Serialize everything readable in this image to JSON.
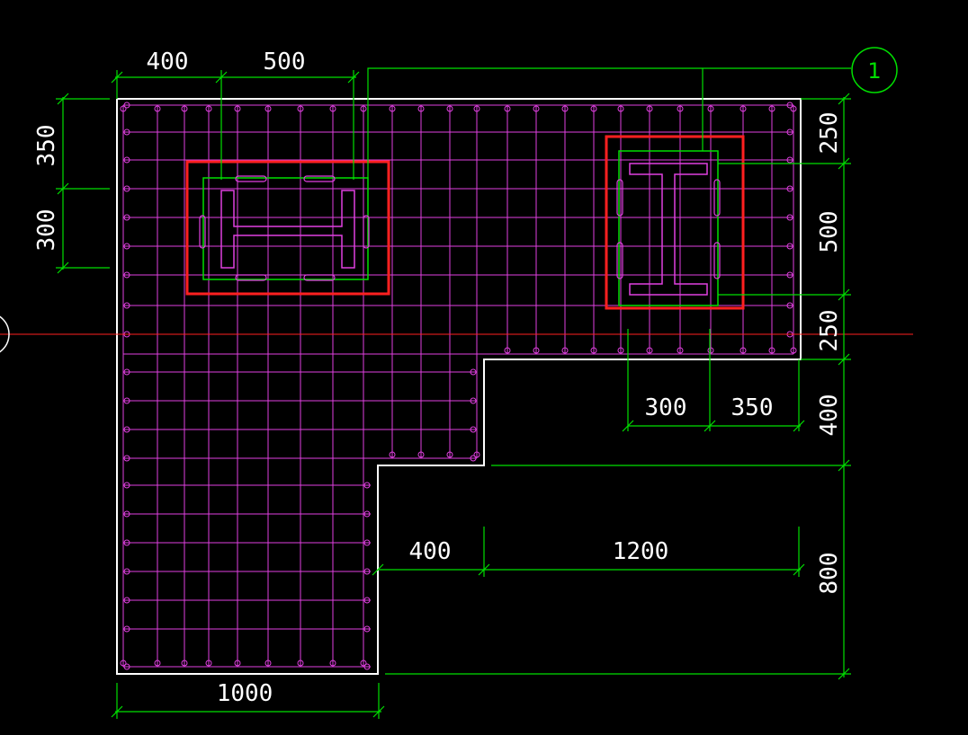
{
  "colors": {
    "background": "#000000",
    "outline": "#ffffff",
    "rebar": "#e040e0",
    "dimension": "#00e000",
    "highlight": "#ff2020",
    "axis": "#ff2020",
    "steel_section": "#e040e0"
  },
  "axis_bubble": {
    "label": "1"
  },
  "dimensions": {
    "top_400": "400",
    "top_500": "500",
    "left_350": "350",
    "left_300": "300",
    "right_250a": "250",
    "right_500": "500",
    "right_250b": "250",
    "right_400": "400",
    "right_800": "800",
    "inner_300": "300",
    "inner_350": "350",
    "mid_400": "400",
    "mid_1200": "1200",
    "bottom_1000": "1000"
  },
  "icons": {
    "axis_bubble": "circle-axis-icon",
    "steel_column_left": "h-section-icon",
    "steel_column_right": "i-section-icon"
  }
}
